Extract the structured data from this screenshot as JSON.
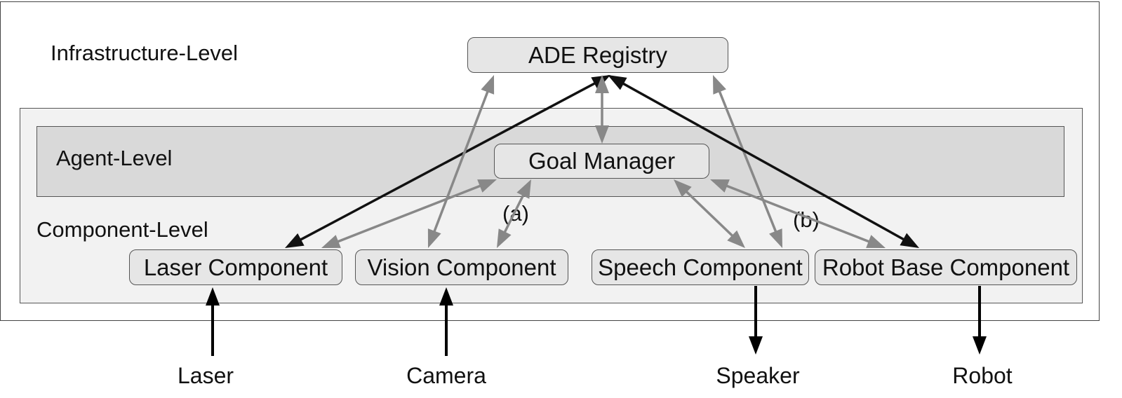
{
  "levels": {
    "infrastructure": "Infrastructure-Level",
    "agent": "Agent-Level",
    "component": "Component-Level"
  },
  "nodes": {
    "registry": "ADE Registry",
    "goal_manager": "Goal Manager",
    "laser_component": "Laser Component",
    "vision_component": "Vision Component",
    "speech_component": "Speech Component",
    "robot_base_component": "Robot Base Component"
  },
  "devices": {
    "laser": "Laser",
    "camera": "Camera",
    "speaker": "Speaker",
    "robot": "Robot"
  },
  "annotations": {
    "a": "(a)",
    "b": "(b)"
  },
  "colors": {
    "registry_arrows": "#111111",
    "goal_manager_arrows": "#888888",
    "device_arrows": "#000000"
  }
}
